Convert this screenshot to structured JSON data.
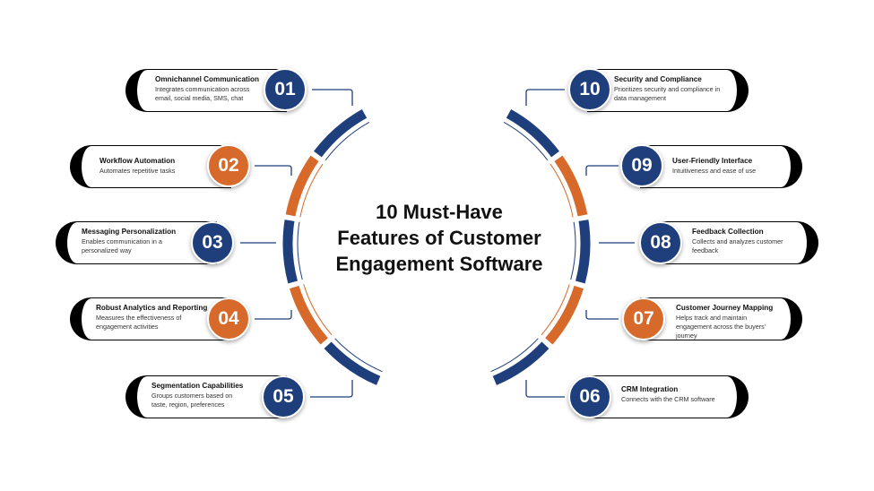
{
  "title": [
    "10 Must-Have",
    "Features of Customer",
    "Engagement Software"
  ],
  "colors": {
    "navy": "#1f3e7c",
    "orange": "#d76a2a"
  },
  "features": [
    {
      "num": "01",
      "title": "Omnichannel Communication",
      "desc": "Integrates communication across email, social media, SMS, chat",
      "color": "navy"
    },
    {
      "num": "02",
      "title": "Workflow Automation",
      "desc": "Automates repetitive tasks",
      "color": "orange"
    },
    {
      "num": "03",
      "title": "Messaging Personalization",
      "desc": "Enables communication in a personalized way",
      "color": "navy"
    },
    {
      "num": "04",
      "title": "Robust Analytics and Reporting",
      "desc": "Measures the effectiveness of engagement activities",
      "color": "orange"
    },
    {
      "num": "05",
      "title": "Segmentation Capabilities",
      "desc": "Groups customers based on taste, region, preferences",
      "color": "navy"
    },
    {
      "num": "06",
      "title": "CRM Integration",
      "desc": "Connects with the CRM software",
      "color": "navy"
    },
    {
      "num": "07",
      "title": "Customer Journey Mapping",
      "desc": "Helps track and maintain engagement across the buyers' journey",
      "color": "orange"
    },
    {
      "num": "08",
      "title": "Feedback Collection",
      "desc": "Collects and analyzes customer feedback",
      "color": "navy"
    },
    {
      "num": "09",
      "title": "User-Friendly Interface",
      "desc": "Intuitiveness and ease of use",
      "color": "orange"
    },
    {
      "num": "10",
      "title": "Security and Compliance",
      "desc": "Prioritizes security and compliance in data management",
      "color": "navy"
    }
  ]
}
